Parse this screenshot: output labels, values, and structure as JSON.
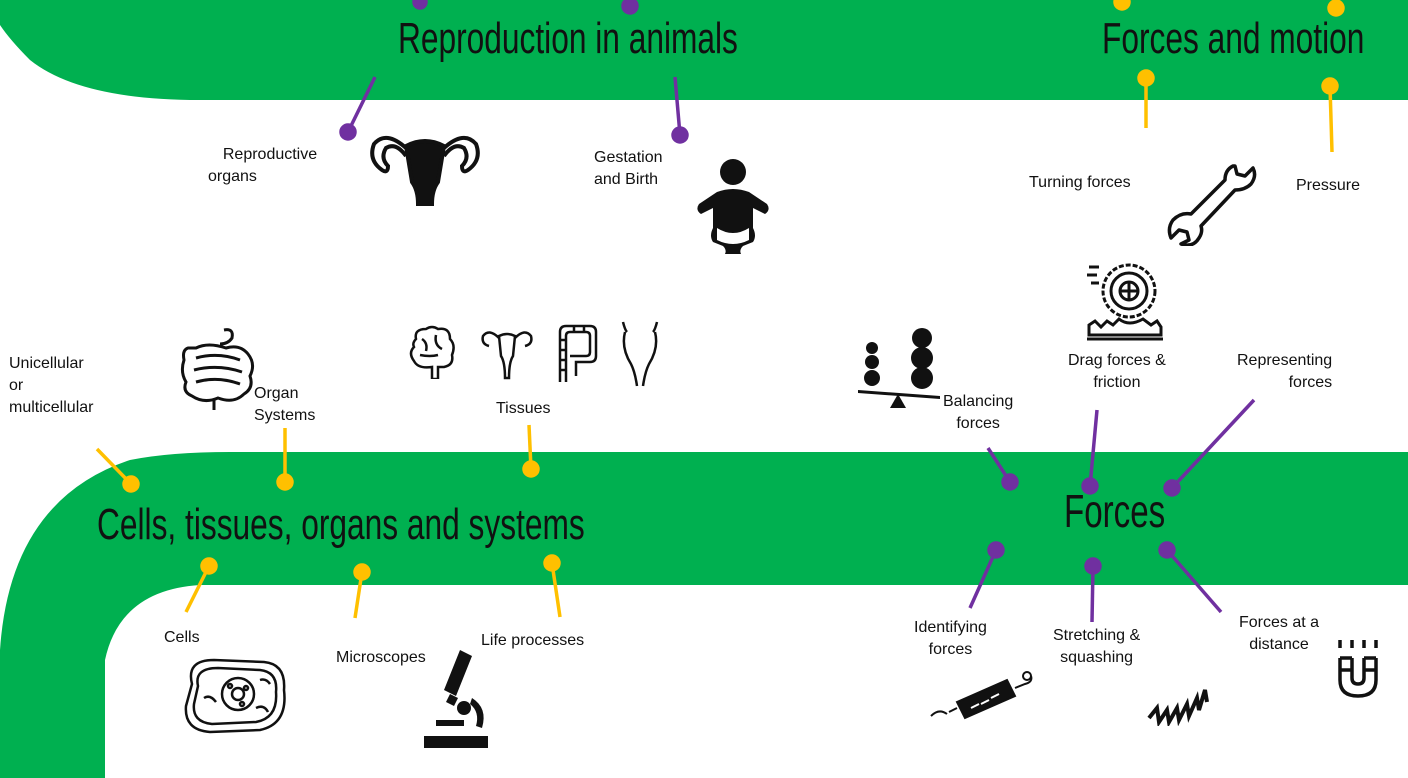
{
  "colors": {
    "band": "#00B050",
    "purple": "#7030A0",
    "gold": "#FFC000",
    "ink": "#111111"
  },
  "titles": {
    "reproduction": "Reproduction in animals",
    "forces_motion": "Forces and motion",
    "cells": "Cells, tissues, organs and systems",
    "forces": "Forces"
  },
  "labels": {
    "reproductive_organs": [
      "Reproductive",
      "organs"
    ],
    "gestation": [
      "Gestation",
      "and Birth"
    ],
    "turning_forces": "Turning forces",
    "pressure": "Pressure",
    "unicellular": [
      "Unicellular",
      "or",
      "multicellular"
    ],
    "organ_systems": [
      "Organ",
      "Systems"
    ],
    "tissues": "Tissues",
    "drag": [
      "Drag forces &",
      "friction"
    ],
    "representing": [
      "Representing",
      "forces"
    ],
    "balancing": [
      "Balancing",
      "forces"
    ],
    "cells": "Cells",
    "microscopes": "Microscopes",
    "life_processes": "Life processes",
    "identifying": [
      "Identifying",
      "forces"
    ],
    "stretching": [
      "Stretching &",
      "squashing"
    ],
    "distance": [
      "Forces at a",
      "distance"
    ]
  },
  "icons": [
    "uterus-icon",
    "baby-icon",
    "wrench-icon",
    "wheel-friction-icon",
    "balance-icon",
    "intestine-icon",
    "brain-icon",
    "uterus-small-icon",
    "colon-icon",
    "bladder-icon",
    "cell-icon",
    "microscope-icon",
    "spring-scale-icon",
    "spring-icon",
    "magnet-icon"
  ]
}
